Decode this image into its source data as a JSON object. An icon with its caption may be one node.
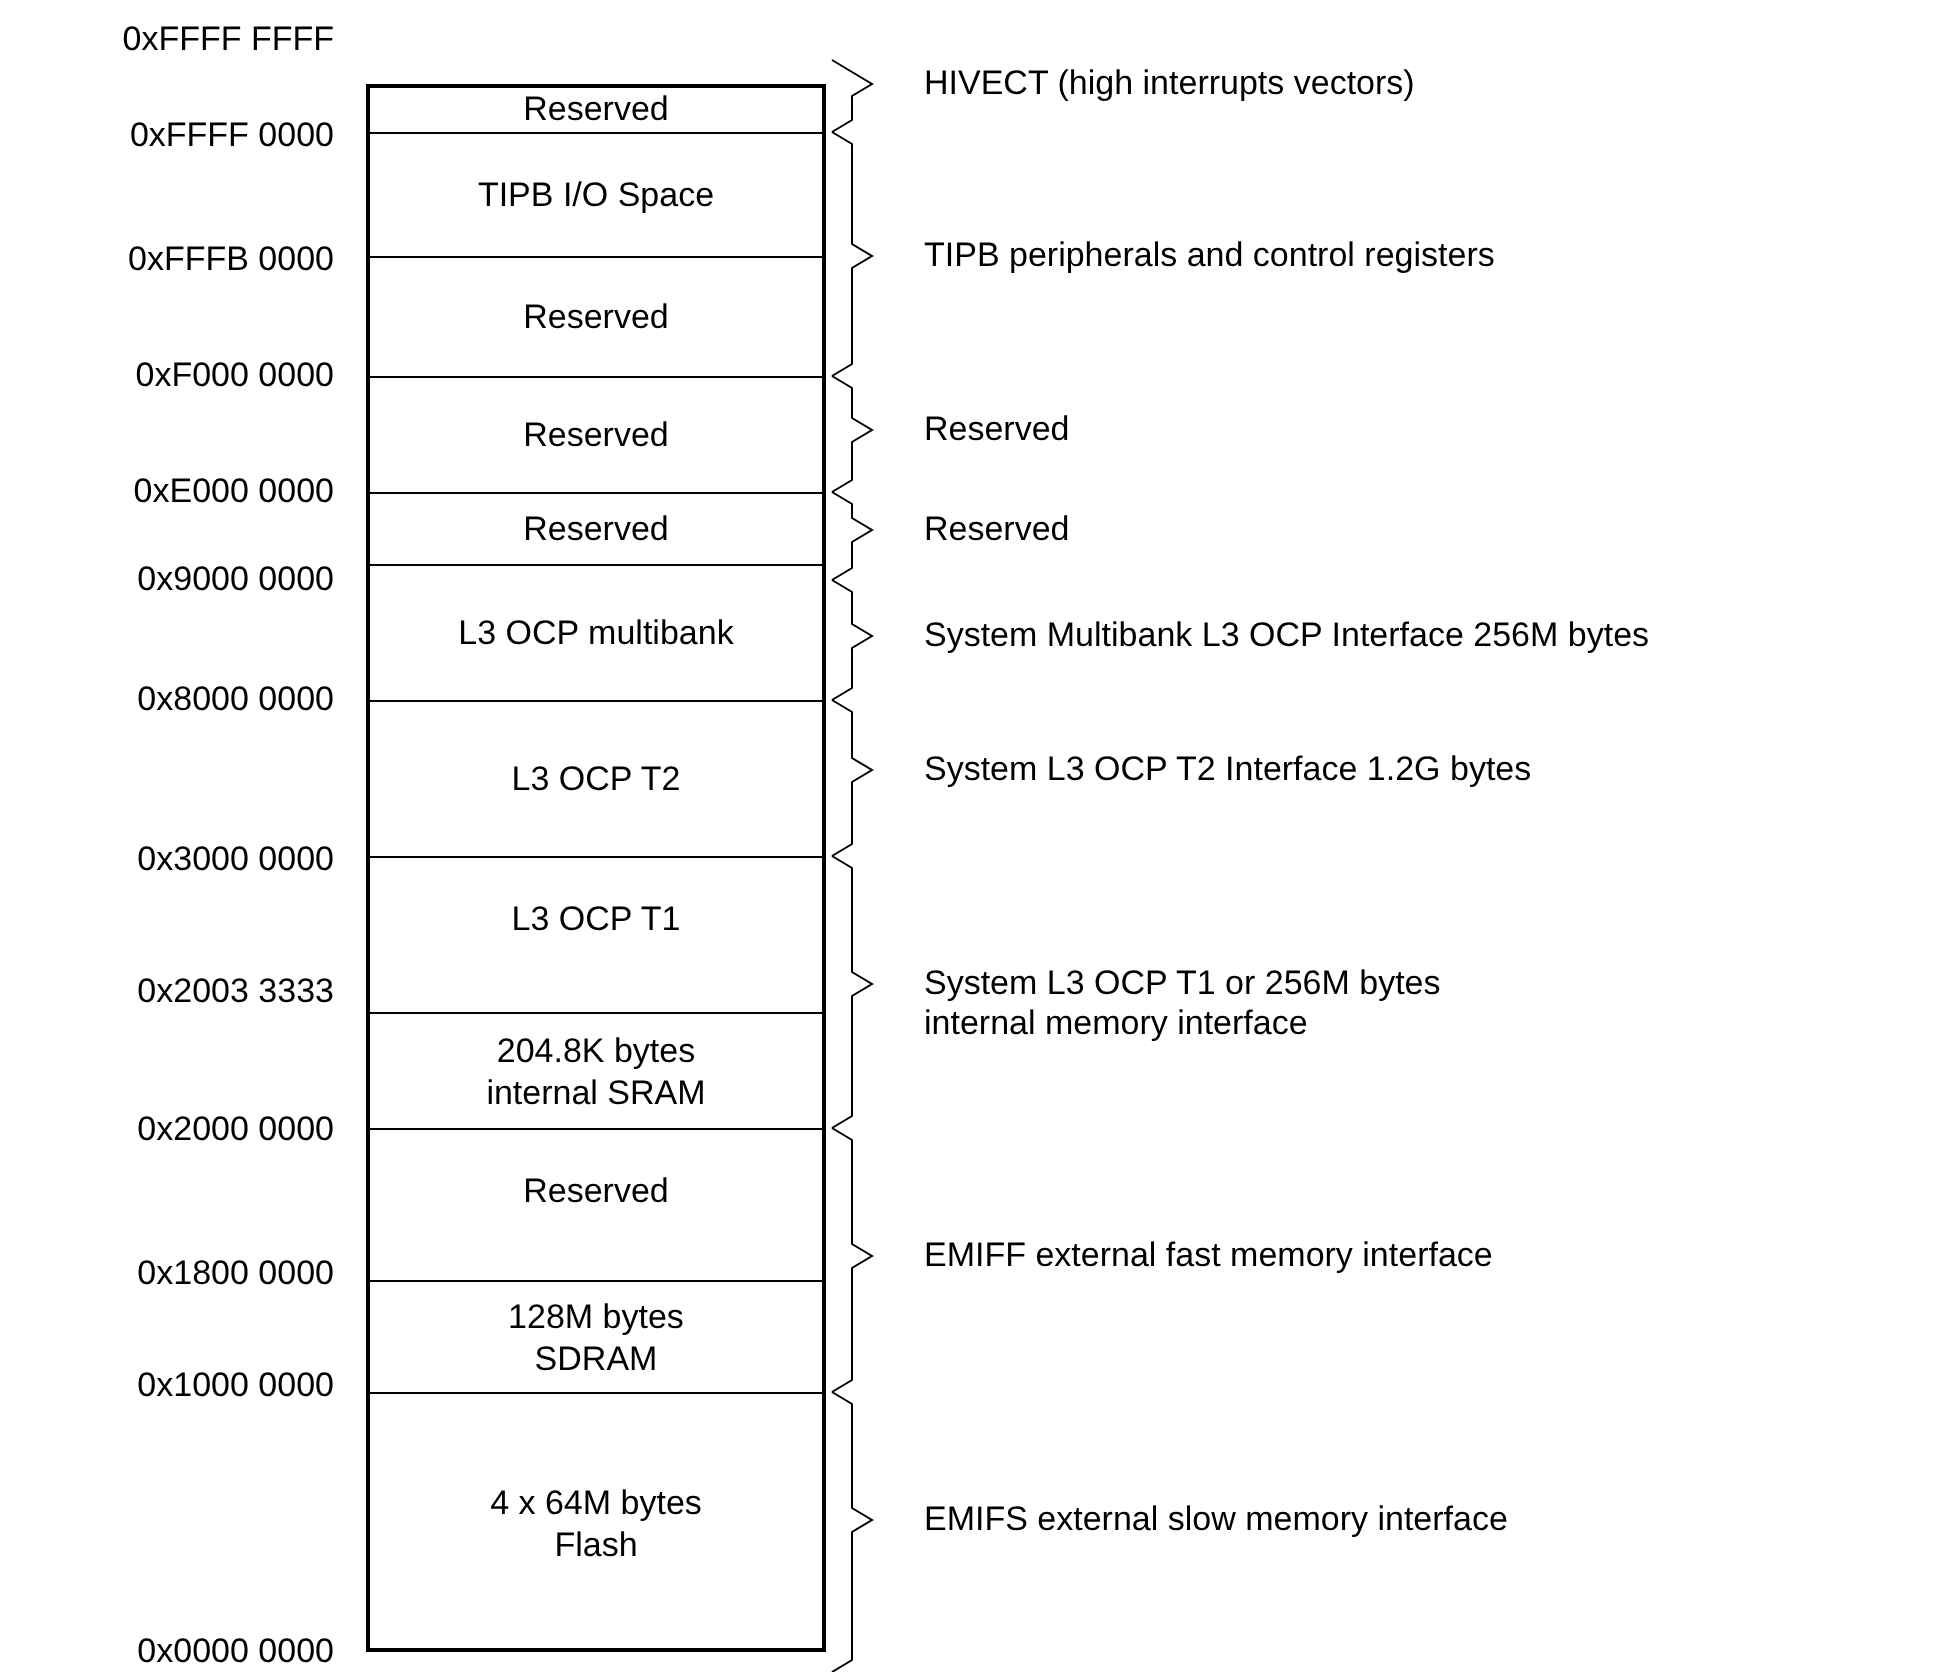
{
  "diagram": {
    "nodes": [
      {
        "text": [
          "Reserved"
        ]
      },
      {
        "text": [
          "TIPB I/O Space"
        ]
      },
      {
        "text": [
          "Reserved"
        ]
      },
      {
        "text": [
          "Reserved"
        ]
      },
      {
        "text": [
          "Reserved"
        ]
      },
      {
        "text": [
          "L3 OCP multibank"
        ]
      },
      {
        "text": [
          "L3 OCP T2"
        ]
      },
      {
        "text": [
          "L3 OCP T1"
        ]
      },
      {
        "text": [
          "204.8K bytes internal SRAM"
        ]
      },
      {
        "text": [
          "Reserved"
        ]
      },
      {
        "text": [
          "128M bytes SDRAM"
        ]
      },
      {
        "text": [
          "4 x 64M bytes Flash"
        ]
      }
    ],
    "edges": [],
    "labels": [
      "0xFFFF FFFF",
      "0xFFFF 0000",
      "0xFFFB 0000",
      "0xF000 0000",
      "0xE000 0000",
      "0x9000 0000",
      "0x8000 0000",
      "0x3000 0000",
      "0x2003 3333",
      "0x2000 0000",
      "0x1800 0000",
      "0x1000 0000",
      "0x0000 0000",
      "HIVECT (high interrupts vectors)",
      "TIPB peripherals and control registers",
      "Reserved",
      "Reserved",
      "System Multibank L3 OCP Interface 256M bytes",
      "System L3 OCP T2 Interface 1.2G bytes",
      "System L3 OCP T1 or 256M bytes internal memory interface",
      "EMIFF external fast memory interface",
      "EMIFS external slow memory interface"
    ]
  }
}
